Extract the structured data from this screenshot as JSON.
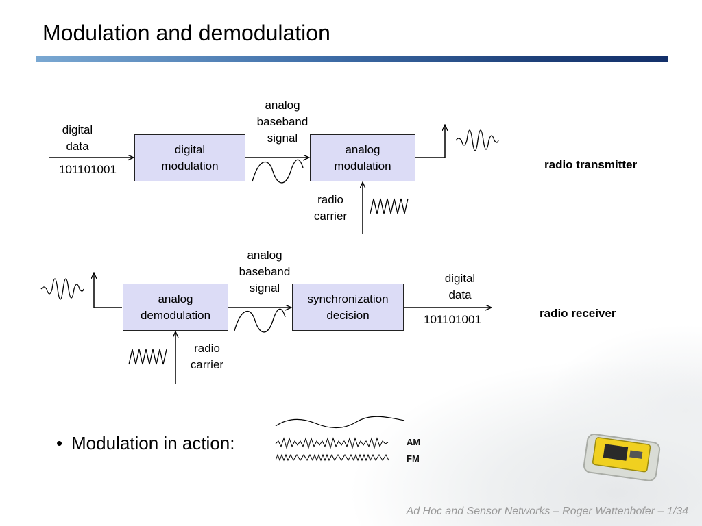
{
  "slide": {
    "title": "Modulation and demodulation",
    "footer": "Ad Hoc and Sensor Networks  –  Roger Wattenhofer  –  1/34"
  },
  "transmitter": {
    "input_label": "digital\ndata",
    "bits": "101101001",
    "box1": "digital\nmodulation",
    "baseband_label": "analog\nbaseband\nsignal",
    "box2": "analog\nmodulation",
    "carrier_label": "radio\ncarrier",
    "side_label": "radio transmitter"
  },
  "receiver": {
    "baseband_label": "analog\nbaseband\nsignal",
    "box1": "analog\ndemodulation",
    "box2": "synchronization\ndecision",
    "output_label": "digital\ndata",
    "bits": "101101001",
    "carrier_label": "radio\ncarrier",
    "side_label": "radio receiver"
  },
  "bullet": {
    "text": "Modulation in action:",
    "legend": [
      "AM",
      "FM"
    ]
  },
  "colors": {
    "box_fill": "#dcdcf6",
    "title_bar": "#1d3f78",
    "footer_text": "#9a9a9a"
  }
}
